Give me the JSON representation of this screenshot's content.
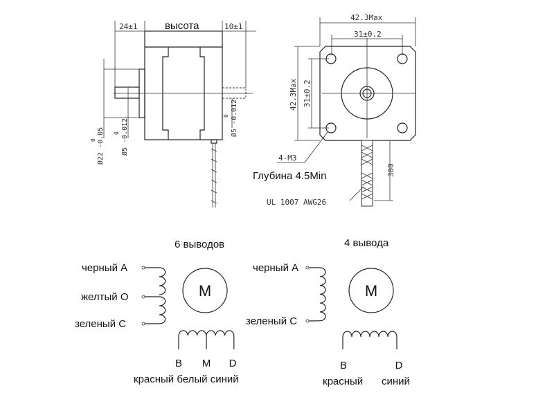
{
  "side_view": {
    "dim_front_shaft": "24±1",
    "dim_height": "высота",
    "dim_rear_shaft": "10±1",
    "dim_flange_diameter": "Ø22 -0.05",
    "dim_flange_diameter_upper": "0",
    "dim_shaft_diameter": "Ø5 -0.012",
    "dim_shaft_diameter_upper": "0",
    "dim_rear_shaft_diameter": "Ø5 -0.012",
    "dim_rear_shaft_diameter_upper": "0"
  },
  "front_view": {
    "dim_width": "42.3Max",
    "dim_hole_spacing_h": "31±0.2",
    "dim_height": "42.3Max",
    "dim_hole_spacing_v": "31±0.2",
    "holes_label": "4-M3",
    "depth_label": "Глубина 4.5Min",
    "cable_label": "UL 1007 AWG26",
    "cable_length": "300"
  },
  "wiring_6": {
    "title": "6 выводов",
    "motor": "M",
    "left_leads": [
      "черный A",
      "желтый O",
      "зеленый C"
    ],
    "bottom_leads": [
      "B",
      "M",
      "D"
    ],
    "bottom_colors": "красный белый синий"
  },
  "wiring_4": {
    "title": "4 вывода",
    "motor": "M",
    "left_leads": [
      "черный A",
      "зеленый C"
    ],
    "bottom_leads": [
      "B",
      "D"
    ],
    "bottom_colors": [
      "красный",
      "синий"
    ]
  }
}
